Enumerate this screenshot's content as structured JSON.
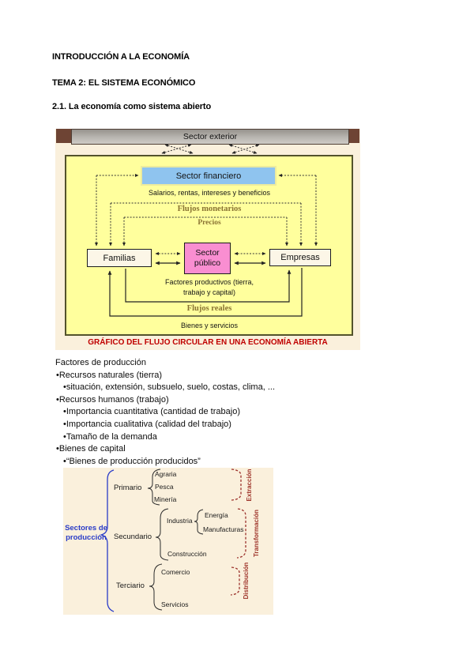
{
  "doc": {
    "title": "INTRODUCCIÓN A LA ECONOMÍA",
    "subtitle": "TEMA 2: EL SISTEMA ECONÓMICO",
    "section": "2.1. La economía como sistema abierto"
  },
  "flow": {
    "sector_exterior": "Sector exterior",
    "sector_financiero": "Sector financiero",
    "salarios": "Salarios, rentas, intereses y beneficios",
    "flujos_monetarios": "Flujos monetarios",
    "precios": "Precios",
    "familias": "Familias",
    "sector_publico_l1": "Sector",
    "sector_publico_l2": "público",
    "empresas": "Empresas",
    "factores_l1": "Factores productivos (tierra,",
    "factores_l2": "trabajo y capital)",
    "flujos_reales": "Flujos reales",
    "bienes_servicios": "Bienes y servicios",
    "caption": "GRÁFICO DEL FLUJO CIRCULAR EN UNA ECONOMÍA ABIERTA"
  },
  "factores": {
    "title": "Factores de producción",
    "items": [
      {
        "level": 1,
        "text": "Recursos naturales (tierra)"
      },
      {
        "level": 2,
        "text": "situación, extensión, subsuelo, suelo, costas, clima, ..."
      },
      {
        "level": 1,
        "text": "Recursos humanos (trabajo)"
      },
      {
        "level": 2,
        "text": "Importancia cuantitativa (cantidad de trabajo)"
      },
      {
        "level": 2,
        "text": "Importancia cualitativa (calidad del trabajo)"
      },
      {
        "level": 2,
        "text": "Tamaño de la demanda"
      },
      {
        "level": 1,
        "text": "Bienes de capital"
      },
      {
        "level": 2,
        "text": "“Bienes de producción producidos”"
      }
    ]
  },
  "sectores": {
    "label_l1": "Sectores de",
    "label_l2": "producción",
    "primario": "Primario",
    "primario_items": [
      "Agraria",
      "Pesca",
      "Minería"
    ],
    "secundario": "Secundario",
    "industria": "Industria",
    "industria_items": [
      "Energía",
      "Manufacturas"
    ],
    "construccion": "Construcción",
    "terciario": "Terciario",
    "terciario_items": [
      "Comercio",
      "Servicios"
    ],
    "extraccion": "Extracción",
    "transformacion": "Transformación",
    "distribucion": "Distribución"
  },
  "colors": {
    "figure_bg": "#FAF0DC",
    "economy_bg": "#FFFF9D",
    "financiero_fill": "#8FC4EF",
    "publico_fill": "#F98ED1",
    "agent_box_fill": "#FCF6E7",
    "bar_gray": "#AEABA6",
    "frame_brown": "#6E4434",
    "flow_label_olive": "#8A7333",
    "caption_red": "#C00000",
    "sectores_blue": "#2A3CC8",
    "sectores_red": "#A0382E"
  }
}
